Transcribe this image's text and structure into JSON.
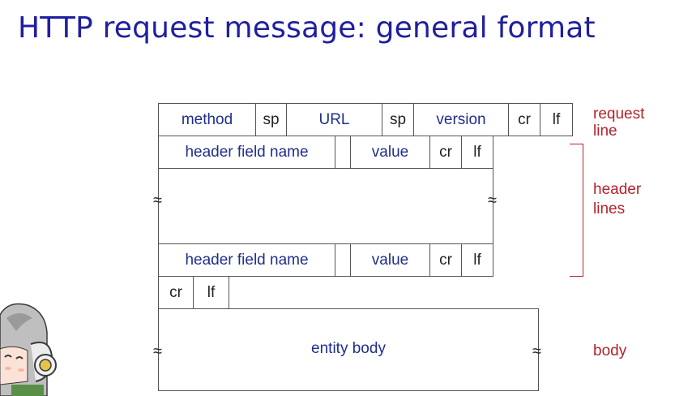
{
  "title": "HTTP request message: general format",
  "request_line": {
    "method": "method",
    "sp1": "sp",
    "url": "URL",
    "sp2": "sp",
    "version": "version",
    "cr": "cr",
    "lf": "lf"
  },
  "header_row": {
    "field_name": "header field name",
    "value": "value",
    "cr": "cr",
    "lf": "lf"
  },
  "blank_line": {
    "cr": "cr",
    "lf": "lf"
  },
  "body": {
    "label": "entity body"
  },
  "side_labels": {
    "request_line": [
      "request",
      "line"
    ],
    "header_lines": [
      "header",
      "lines"
    ],
    "body": "body"
  },
  "ellipsis_symbol": "≈",
  "colors": {
    "title": "#1f1fa0",
    "cell_text": "#1f2f8c",
    "side_label": "#b5232b"
  }
}
